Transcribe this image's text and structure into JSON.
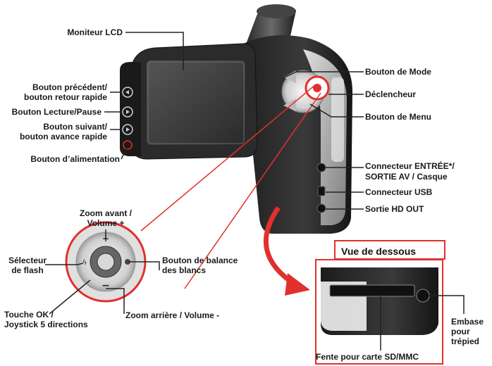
{
  "labels": {
    "lcd_monitor": "Moniteur LCD",
    "prev_button_line1": "Bouton précédent/",
    "prev_button_line2": "bouton retour rapide",
    "play_pause": "Bouton Lecture/Pause",
    "next_button_line1": "Bouton suivant/",
    "next_button_line2": "bouton avance rapide",
    "power_button": "Bouton d’alimentation",
    "mode_button": "Bouton de Mode",
    "shutter": "Déclencheur",
    "menu_button": "Bouton de Menu",
    "av_connector_line1": "Connecteur ENTRÉE*/",
    "av_connector_line2": "SORTIE AV / Casque",
    "usb_connector": "Connecteur USB",
    "hd_out": "Sortie HD OUT",
    "zoom_in_line1": "Zoom avant /",
    "zoom_in_line2": "Volume +",
    "flash_selector_line1": "Sélecteur",
    "flash_selector_line2": "de flash",
    "white_balance_line1": "Bouton de balance",
    "white_balance_line2": "des blancs",
    "ok_key_line1": "Touche OK /",
    "ok_key_line2": "Joystick 5 directions",
    "zoom_out": "Zoom arrière / Volume -",
    "bottom_view": "Vue de dessous",
    "tripod_line1": "Embase",
    "tripod_line2": "pour",
    "tripod_line3": "trépied",
    "sd_slot": "Fente pour carte SD/MMC"
  },
  "colors": {
    "accent": "#e0312e",
    "body_dark": "#2c2c2c",
    "silver": "#c8c8c8"
  }
}
